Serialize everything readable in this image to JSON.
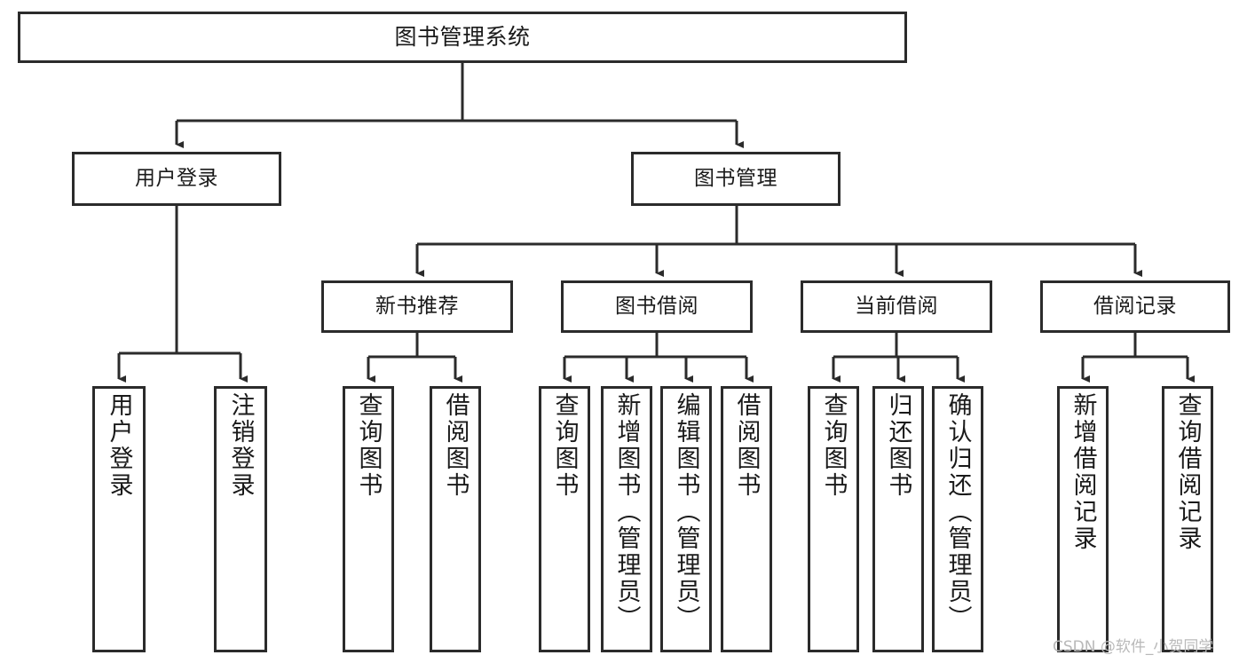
{
  "diagram": {
    "type": "tree-hierarchy",
    "title": "图书管理系统",
    "orientation": "top-down",
    "colors": {
      "box_border": "#2b2b2b",
      "box_fill": "#ffffff",
      "connector": "#2b2b2b",
      "text": "#1a1a1a",
      "watermark": "#b9b9b9",
      "background": "#ffffff"
    },
    "root": {
      "label": "图书管理系统"
    },
    "level2": [
      {
        "label": "用户登录"
      },
      {
        "label": "图书管理"
      }
    ],
    "level3": [
      {
        "label": "新书推荐"
      },
      {
        "label": "图书借阅"
      },
      {
        "label": "当前借阅"
      },
      {
        "label": "借阅记录"
      }
    ],
    "leaves": {
      "user_login": [
        {
          "label": "用户登录"
        },
        {
          "label": "注销登录"
        }
      ],
      "new_book_recommend": [
        {
          "label": "查询图书"
        },
        {
          "label": "借阅图书"
        }
      ],
      "book_borrow": [
        {
          "label": "查询图书"
        },
        {
          "label": "新增图书（管理员）"
        },
        {
          "label": "编辑图书（管理员）"
        },
        {
          "label": "借阅图书"
        }
      ],
      "current_borrow": [
        {
          "label": "查询图书"
        },
        {
          "label": "归还图书"
        },
        {
          "label": "确认归还（管理员）"
        }
      ],
      "borrow_record": [
        {
          "label": "新增借阅记录"
        },
        {
          "label": "查询借阅记录"
        }
      ]
    }
  },
  "watermark": {
    "text": "CSDN @软件_小贺同学"
  }
}
